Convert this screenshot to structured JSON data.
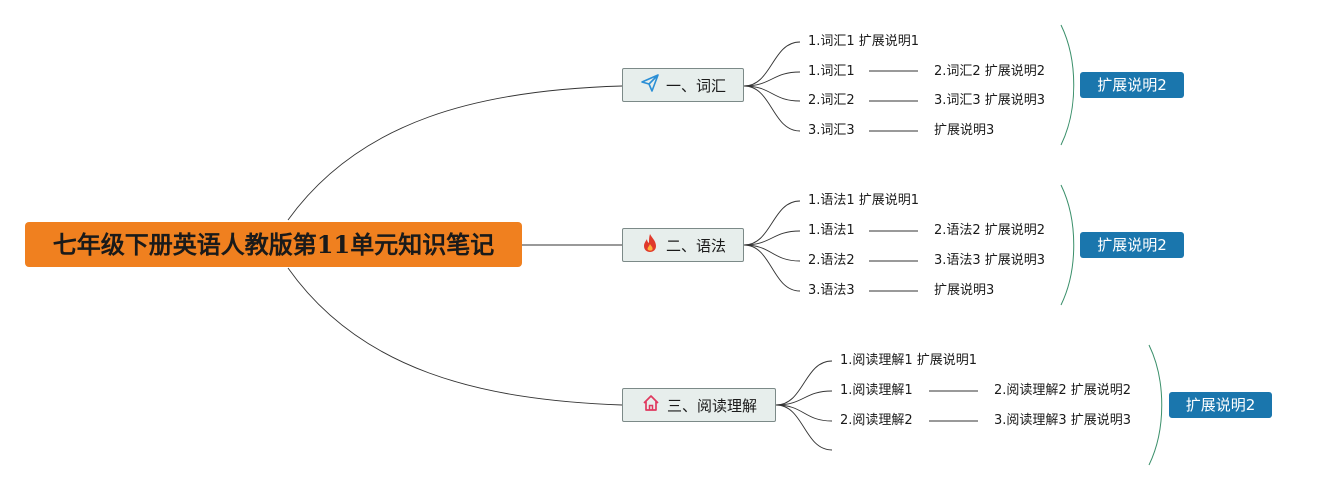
{
  "root": {
    "title": "七年级下册英语人教版第11单元知识笔记"
  },
  "colors": {
    "root_bg": "#f0801f",
    "branch_bg": "#e7eeec",
    "badge_bg": "#1a76ad",
    "bracket": "#3a8f6a"
  },
  "branches": [
    {
      "label": "一、词汇",
      "icon": "paper-plane-icon",
      "children": [
        {
          "label": "1.词汇1 扩展说明1"
        },
        {
          "label": "1.词汇1",
          "note": "2.词汇2 扩展说明2"
        },
        {
          "label": "2.词汇2",
          "note": "3.词汇3 扩展说明3"
        },
        {
          "label": "3.词汇3",
          "note": "扩展说明3"
        }
      ],
      "summary": "扩展说明2"
    },
    {
      "label": "二、语法",
      "icon": "fire-icon",
      "children": [
        {
          "label": "1.语法1 扩展说明1"
        },
        {
          "label": "1.语法1",
          "note": "2.语法2 扩展说明2"
        },
        {
          "label": "2.语法2",
          "note": "3.语法3 扩展说明3"
        },
        {
          "label": "3.语法3",
          "note": "扩展说明3"
        }
      ],
      "summary": "扩展说明2"
    },
    {
      "label": "三、阅读理解",
      "icon": "home-icon",
      "children": [
        {
          "label": "1.阅读理解1 扩展说明1"
        },
        {
          "label": "1.阅读理解1",
          "note": "2.阅读理解2 扩展说明2"
        },
        {
          "label": "2.阅读理解2",
          "note": "3.阅读理解3 扩展说明3"
        },
        {
          "label": ""
        }
      ],
      "summary": "扩展说明2"
    }
  ]
}
